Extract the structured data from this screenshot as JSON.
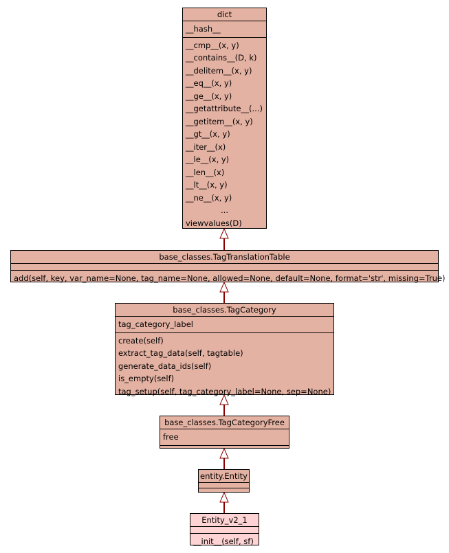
{
  "classes": {
    "dict": {
      "name": "dict",
      "attributes": [
        "__hash__"
      ],
      "methods": [
        "__cmp__(x, y)",
        "__contains__(D, k)",
        "__delitem__(x, y)",
        "__eq__(x, y)",
        "__ge__(x, y)",
        "__getattribute__(...)",
        "__getitem__(x, y)",
        "__gt__(x, y)",
        "__iter__(x)",
        "__le__(x, y)",
        "__len__(x)",
        "__lt__(x, y)",
        "__ne__(x, y)",
        "...",
        "viewvalues(D)"
      ]
    },
    "tag_translation_table": {
      "name": "base_classes.TagTranslationTable",
      "methods": [
        "add(self, key, var_name=None, tag_name=None, allowed=None, default=None, format='str', missing=True)"
      ]
    },
    "tag_category": {
      "name": "base_classes.TagCategory",
      "attributes": [
        "tag_category_label"
      ],
      "methods": [
        "create(self)",
        "extract_tag_data(self, tagtable)",
        "generate_data_ids(self)",
        "is_empty(self)",
        "tag_setup(self, tag_category_label=None, sep=None)"
      ]
    },
    "tag_category_free": {
      "name": "base_classes.TagCategoryFree",
      "attributes": [
        "free"
      ]
    },
    "entity": {
      "name": "entity.Entity"
    },
    "entity_v2_1": {
      "name": "Entity_v2_1",
      "methods": [
        "__init__(self, sf)"
      ]
    }
  },
  "colors": {
    "class_fill": "#e4b2a3",
    "focus_class_fill": "#fdd3d3",
    "edge": "#8b0000"
  }
}
